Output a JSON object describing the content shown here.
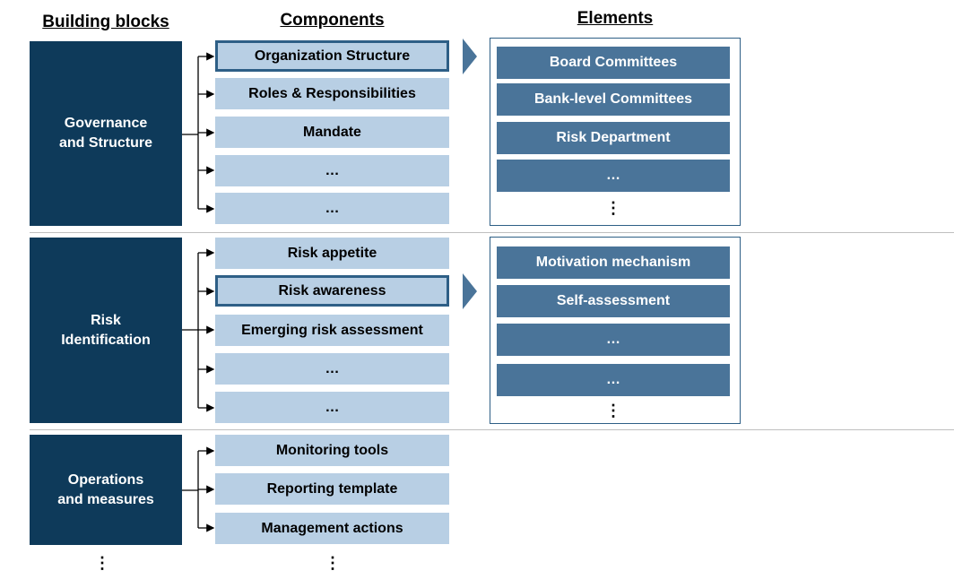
{
  "headers": {
    "building_blocks": "Building blocks",
    "components": "Components",
    "elements": "Elements"
  },
  "sections": [
    {
      "block": "Governance\nand Structure",
      "components": [
        {
          "label": "Organization Structure",
          "highlighted": true
        },
        {
          "label": "Roles & Responsibilities",
          "highlighted": false
        },
        {
          "label": "Mandate",
          "highlighted": false
        },
        {
          "label": "…",
          "highlighted": false
        },
        {
          "label": "…",
          "highlighted": false
        }
      ],
      "elements": [
        "Board Committees",
        "Bank-level Committees",
        "Risk Department",
        "…"
      ],
      "elements_more": "⋮"
    },
    {
      "block": "Risk\nIdentification",
      "components": [
        {
          "label": "Risk appetite",
          "highlighted": false
        },
        {
          "label": "Risk awareness",
          "highlighted": true
        },
        {
          "label": "Emerging risk assessment",
          "highlighted": false
        },
        {
          "label": "…",
          "highlighted": false
        },
        {
          "label": "…",
          "highlighted": false
        }
      ],
      "elements": [
        "Motivation mechanism",
        "Self-assessment",
        "…",
        "…"
      ],
      "elements_more": "⋮"
    },
    {
      "block": "Operations\nand measures",
      "components": [
        {
          "label": "Monitoring tools",
          "highlighted": false
        },
        {
          "label": "Reporting template",
          "highlighted": false
        },
        {
          "label": "Management actions",
          "highlighted": false
        }
      ]
    }
  ],
  "more_blocks": "⋮",
  "more_components": "⋮",
  "colors": {
    "block_bg": "#0e3a5a",
    "component_bg": "#b8cfe4",
    "element_bg": "#4a7499",
    "highlight_border": "#2e5f86",
    "arrow": "#4a7499"
  }
}
